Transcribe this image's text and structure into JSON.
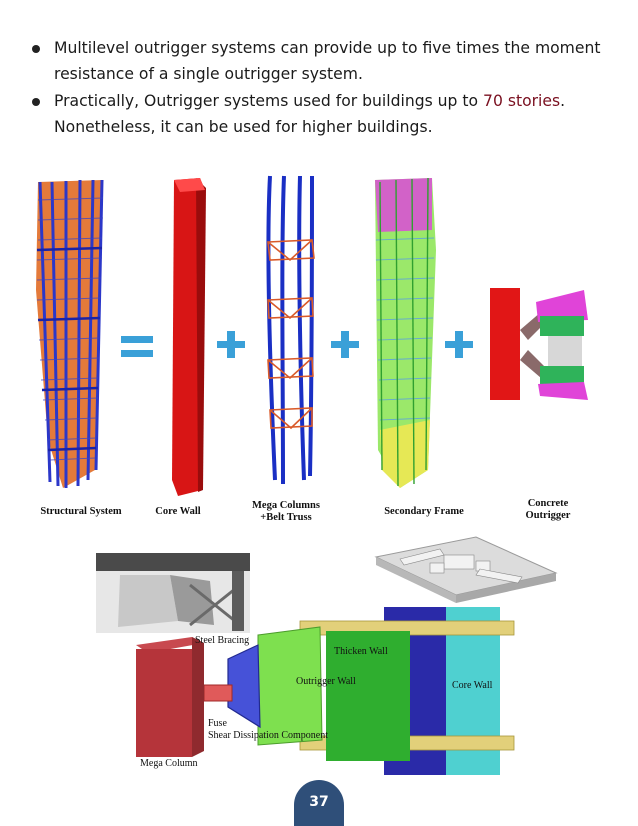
{
  "bullets": [
    {
      "text": "Multilevel outrigger systems can provide up to five times the moment resistance of a single outrigger system."
    },
    {
      "text_before": "Practically, Outrigger systems used for buildings up to ",
      "highlight": "70 stories",
      "text_after": ". Nonetheless, it can be used for higher buildings."
    }
  ],
  "figure1": {
    "captions": {
      "structural_system": "Structural System",
      "core_wall": "Core Wall",
      "mega_columns_line1": "Mega Columns",
      "mega_columns_line2": "+Belt Truss",
      "secondary_frame": "Secondary Frame",
      "concrete_outrigger_line1": "Concrete",
      "concrete_outrigger_line2": "Outrigger"
    },
    "operators": {
      "equals": "=",
      "plus": "+"
    }
  },
  "figure2": {
    "labels": {
      "steel_bracing": "Steel Bracing",
      "thicken_wall": "Thicken Wall",
      "outrigger_wall": "Outrigger Wall",
      "core_wall": "Core Wall",
      "fuse": "Fuse",
      "shear_dissipation": "Shear Dissipation Component",
      "mega_column": "Mega Column"
    }
  },
  "page_number": "37",
  "colors": {
    "core_red": "#d81515",
    "mega_blue": "#1a2fc4",
    "frame_green": "#7ee04f",
    "outrigger_green": "#33c43a",
    "core_wall_cyan": "#4fd0d0",
    "core_wall_blue": "#2a2aa8",
    "mega_column_red": "#b5343a",
    "badge": "#2f4f79",
    "operator": "#3aa0d8",
    "highlight": "#7a1020"
  }
}
